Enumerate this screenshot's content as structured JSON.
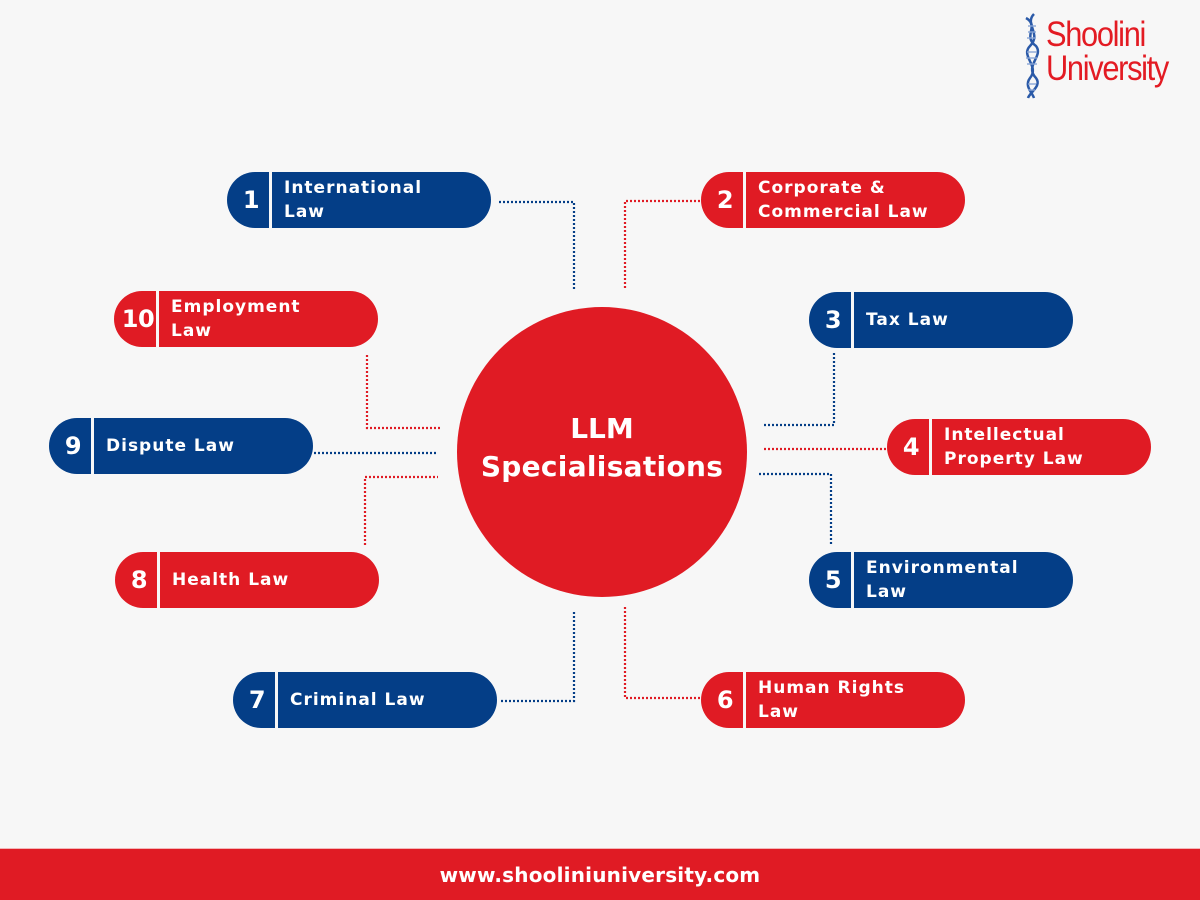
{
  "logo": {
    "line1": "Shoolini",
    "line2": "University",
    "color": "#e31b23",
    "helix_color": "#2b5aa8"
  },
  "center": {
    "line1": "LLM",
    "line2": "Specialisations",
    "color": "#e01b24"
  },
  "colors": {
    "blue": "#043e87",
    "red": "#e01b24",
    "background": "#f7f7f7"
  },
  "items": [
    {
      "num": "1",
      "label": "International\nLaw",
      "color": "blue"
    },
    {
      "num": "2",
      "label": "Corporate &\nCommercial Law",
      "color": "red"
    },
    {
      "num": "3",
      "label": "Tax Law",
      "color": "blue"
    },
    {
      "num": "4",
      "label": "Intellectual\nProperty Law",
      "color": "red"
    },
    {
      "num": "5",
      "label": "Environmental\nLaw",
      "color": "blue"
    },
    {
      "num": "6",
      "label": "Human Rights\nLaw",
      "color": "red"
    },
    {
      "num": "7",
      "label": "Criminal Law",
      "color": "blue"
    },
    {
      "num": "8",
      "label": "Health Law",
      "color": "red"
    },
    {
      "num": "9",
      "label": "Dispute Law",
      "color": "blue"
    },
    {
      "num": "10",
      "label": "Employment\nLaw",
      "color": "red"
    }
  ],
  "footer": {
    "url": "www.shooliniuniversity.com"
  }
}
